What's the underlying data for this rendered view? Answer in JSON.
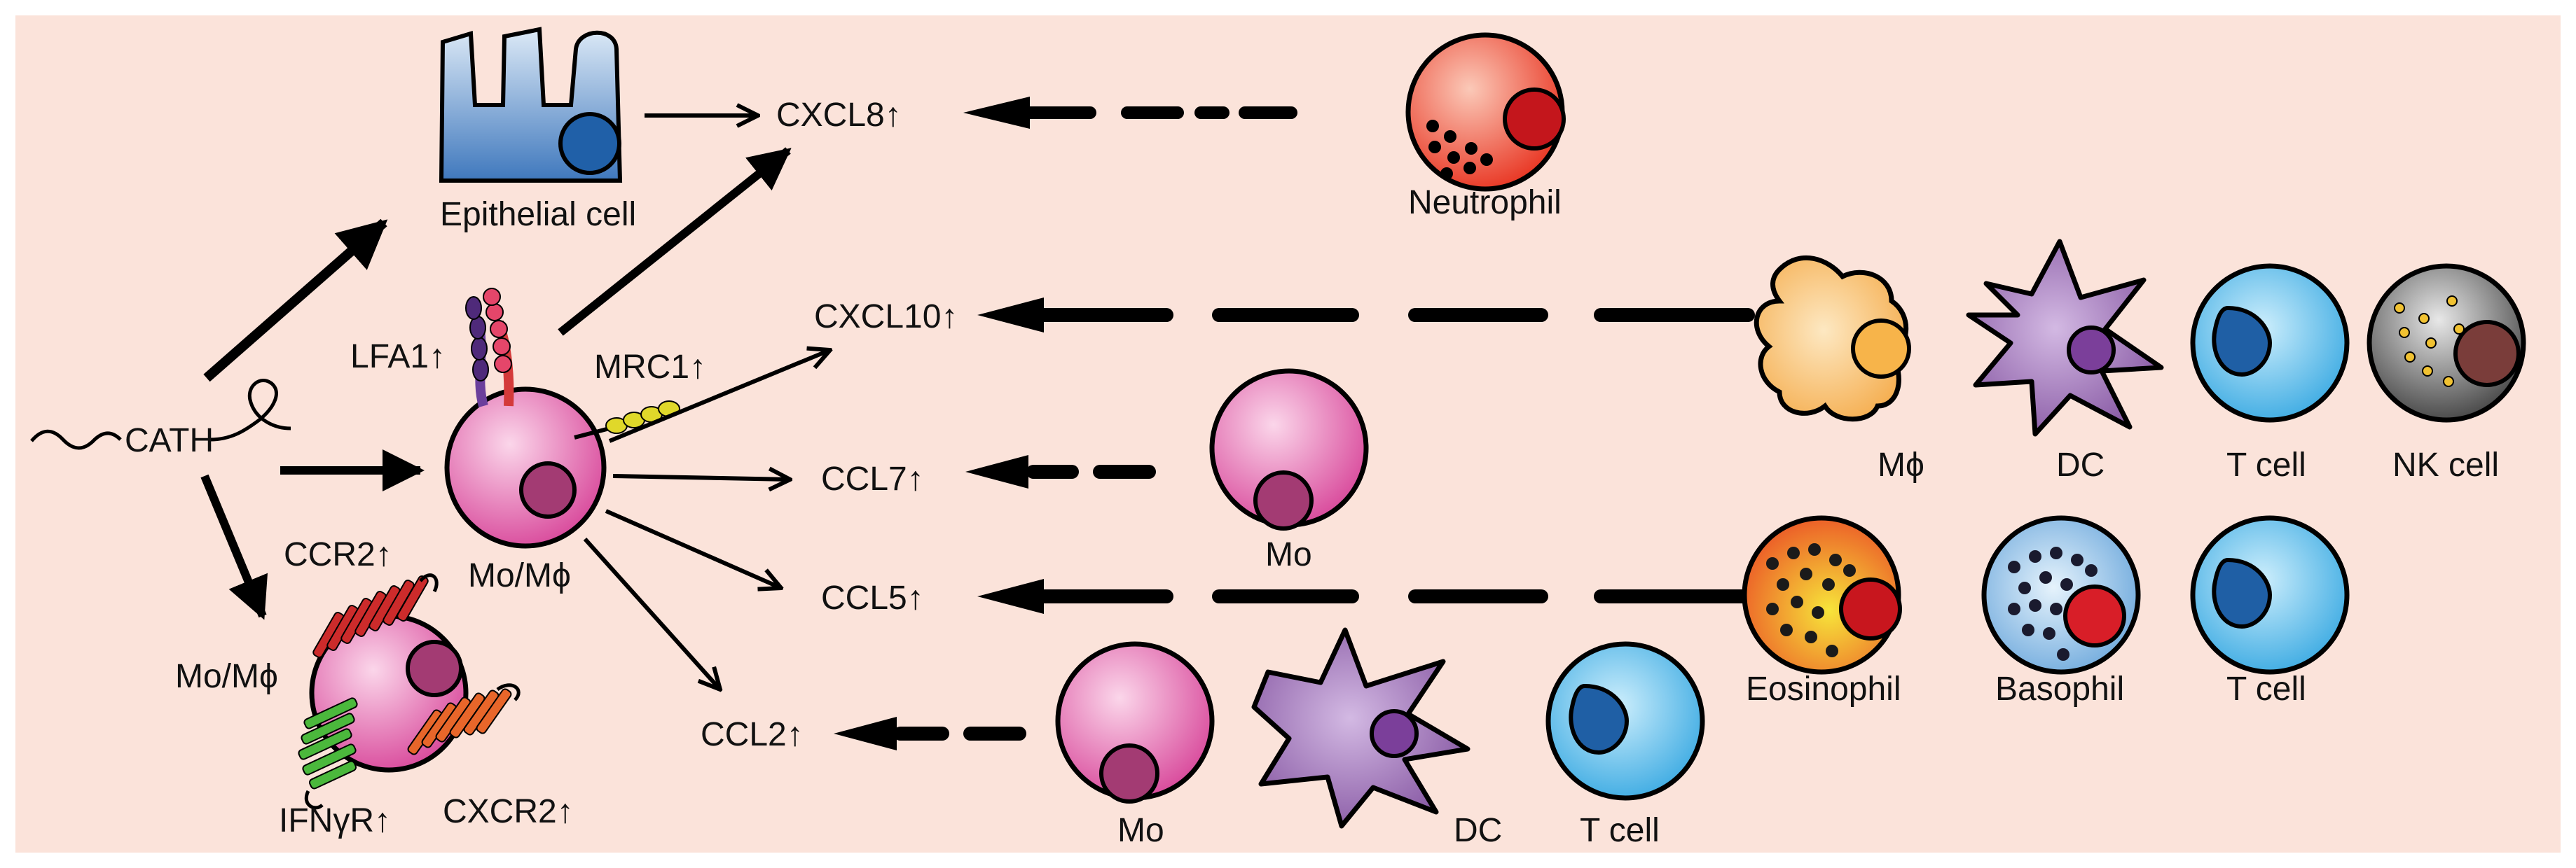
{
  "colors": {
    "background": "#fbe3da",
    "arrow": "#000000",
    "epithelial_fill": "#5b8fcc",
    "mo_fill": "#d8479a",
    "mo_nucleus": "#a33b73",
    "dc_fill": "#8c58a8",
    "macrophage_fill": "#f6b256",
    "tcell_fill": "#2ea4e0",
    "tcell_nucleus": "#1f5fa5",
    "nk_fill": "#555555",
    "nk_nucleus": "#7a3d3a",
    "neutrophil_fill": "#ee3b2a",
    "eosinophil_fill": "#f39a2a",
    "basophil_fill": "#73aede",
    "granule_red": "#d81e28",
    "ccr2_color": "#cc2b2b",
    "ifngr_color": "#4bb83c",
    "cxcr2_color": "#e8662a",
    "lfa1_color": "#6b3f9c",
    "mrc1_color": "#e0d82a"
  },
  "labels": {
    "cath": "CATH",
    "epithelial": "Epithelial cell",
    "lfa1": "LFA1↑",
    "mrc1": "MRC1↑",
    "mo_mphi_center": "Mo/Mϕ",
    "mo_mphi_bottom": "Mo/Mϕ",
    "ccr2": "CCR2↑",
    "ifngr": "IFNγR↑",
    "cxcr2": "CXCR2↑",
    "cxcl8": "CXCL8↑",
    "cxcl10": "CXCL10↑",
    "ccl7": "CCL7↑",
    "ccl5": "CCL5↑",
    "ccl2": "CCL2↑",
    "neutrophil": "Neutrophil",
    "macrophage": "Mϕ",
    "dc_row1": "DC",
    "tcell_row1": "T cell",
    "nk_cell": "NK cell",
    "mo_ccl7": "Mo",
    "eosinophil": "Eosinophil",
    "basophil": "Basophil",
    "tcell_row2": "T cell",
    "mo_ccl2": "Mo",
    "dc_ccl2": "DC",
    "tcell_ccl2": "T cell"
  }
}
